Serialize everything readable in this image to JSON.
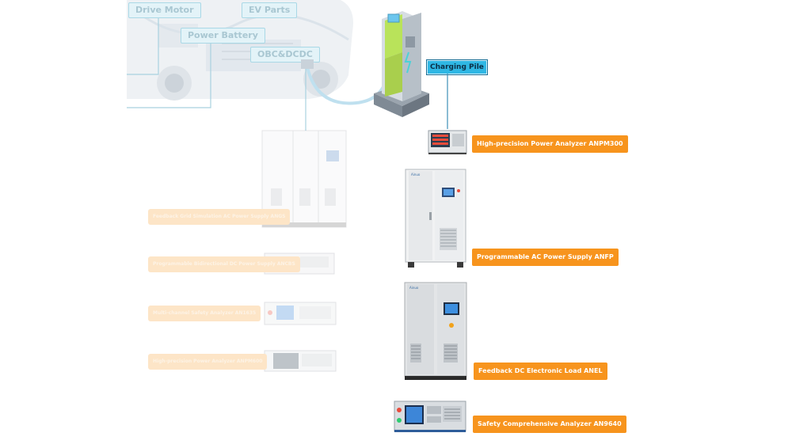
{
  "ev_labels": {
    "drive_motor": "Drive Motor",
    "ev_parts": "EV Parts",
    "power_battery": "Power Battery",
    "obc_dcdc": "OBC&DCDC"
  },
  "charging_pile": "Charging Pile",
  "devices": [
    {
      "label": "High-precision Power Analyzer ANPM300"
    },
    {
      "label": "Programmable AC Power Supply ANFP"
    },
    {
      "label": "Feedback DC Electronic Load ANEL"
    },
    {
      "label": "Safety Comprehensive Analyzer AN9640"
    }
  ],
  "faded_devices": [
    {
      "label": "Feedback Grid Simulation AC Power Supply ANGS"
    },
    {
      "label": "Programmable Bidirectional DC Power Supply ANCBS"
    },
    {
      "label": "Multi-channel Safety Analyzer AN1635"
    },
    {
      "label": "High-precision Power Analyzer ANPM600"
    }
  ],
  "colors": {
    "accent_orange": "#f7941d",
    "label_blue": "#2fb7e4",
    "line_blue": "#3d8fb8"
  }
}
